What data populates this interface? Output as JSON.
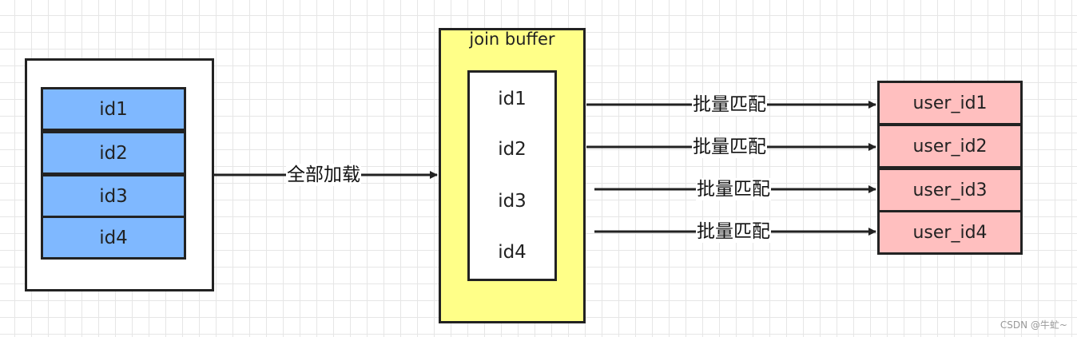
{
  "left_table": {
    "items": [
      "id1",
      "id2",
      "id3",
      "id4"
    ]
  },
  "join_buffer": {
    "title": "join buffer",
    "items": [
      "id1",
      "id2",
      "id3",
      "id4"
    ]
  },
  "user_table": {
    "items": [
      "user_id1",
      "user_id2",
      "user_id3",
      "user_id4"
    ]
  },
  "edges": {
    "load_all": "全部加载",
    "batch_match": "批量匹配"
  },
  "watermark": "CSDN @牛虻~"
}
